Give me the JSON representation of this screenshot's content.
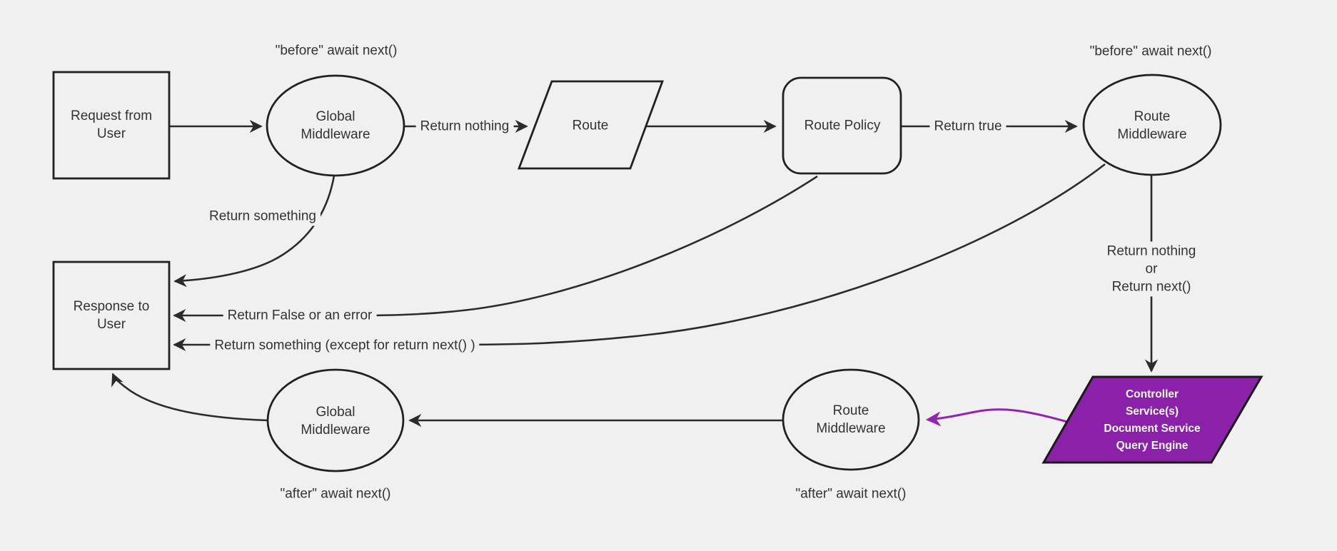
{
  "diagram": {
    "type": "flowchart",
    "colors": {
      "background": "#f0f0f0",
      "node_fill": "#f0f0f0",
      "node_border": "#212121",
      "edge_stroke": "#2b2b2b",
      "text": "#333333",
      "controller_fill": "#8b21a8",
      "controller_border": "#1a1a1a",
      "controller_text": "#ffffff",
      "purple_edge": "#9423b1"
    },
    "nodes": {
      "request_user": {
        "shape": "rectangle",
        "lines": [
          "Request from",
          "User"
        ]
      },
      "global_middleware_top": {
        "shape": "ellipse",
        "lines": [
          "Global",
          "Middleware"
        ]
      },
      "route": {
        "shape": "parallelogram",
        "label": "Route"
      },
      "route_policy": {
        "shape": "rounded-rectangle",
        "label": "Route Policy"
      },
      "route_middleware_top": {
        "shape": "ellipse",
        "lines": [
          "Route",
          "Middleware"
        ]
      },
      "response_user": {
        "shape": "rectangle",
        "lines": [
          "Response to",
          "User"
        ]
      },
      "controller": {
        "shape": "parallelogram",
        "lines": [
          "Controller",
          "Service(s)",
          "Document Service",
          "Query Engine"
        ]
      },
      "route_middleware_bottom": {
        "shape": "ellipse",
        "lines": [
          "Route",
          "Middleware"
        ]
      },
      "global_middleware_bottom": {
        "shape": "ellipse",
        "lines": [
          "Global",
          "Middleware"
        ]
      }
    },
    "annotations": {
      "before_await_left": "\"before\" await next()",
      "before_await_right": "\"before\" await next()",
      "after_await_left": "\"after\" await next()",
      "after_await_right": "\"after\" await next()"
    },
    "edge_labels": {
      "return_nothing": "Return nothing",
      "return_true": "Return true",
      "return_something": "Return something",
      "return_false_or_error": "Return False or an error",
      "return_something_except": "Return something (except for return next() )",
      "return_nothing_or_next": [
        "Return nothing",
        "or",
        "Return next()"
      ]
    }
  }
}
